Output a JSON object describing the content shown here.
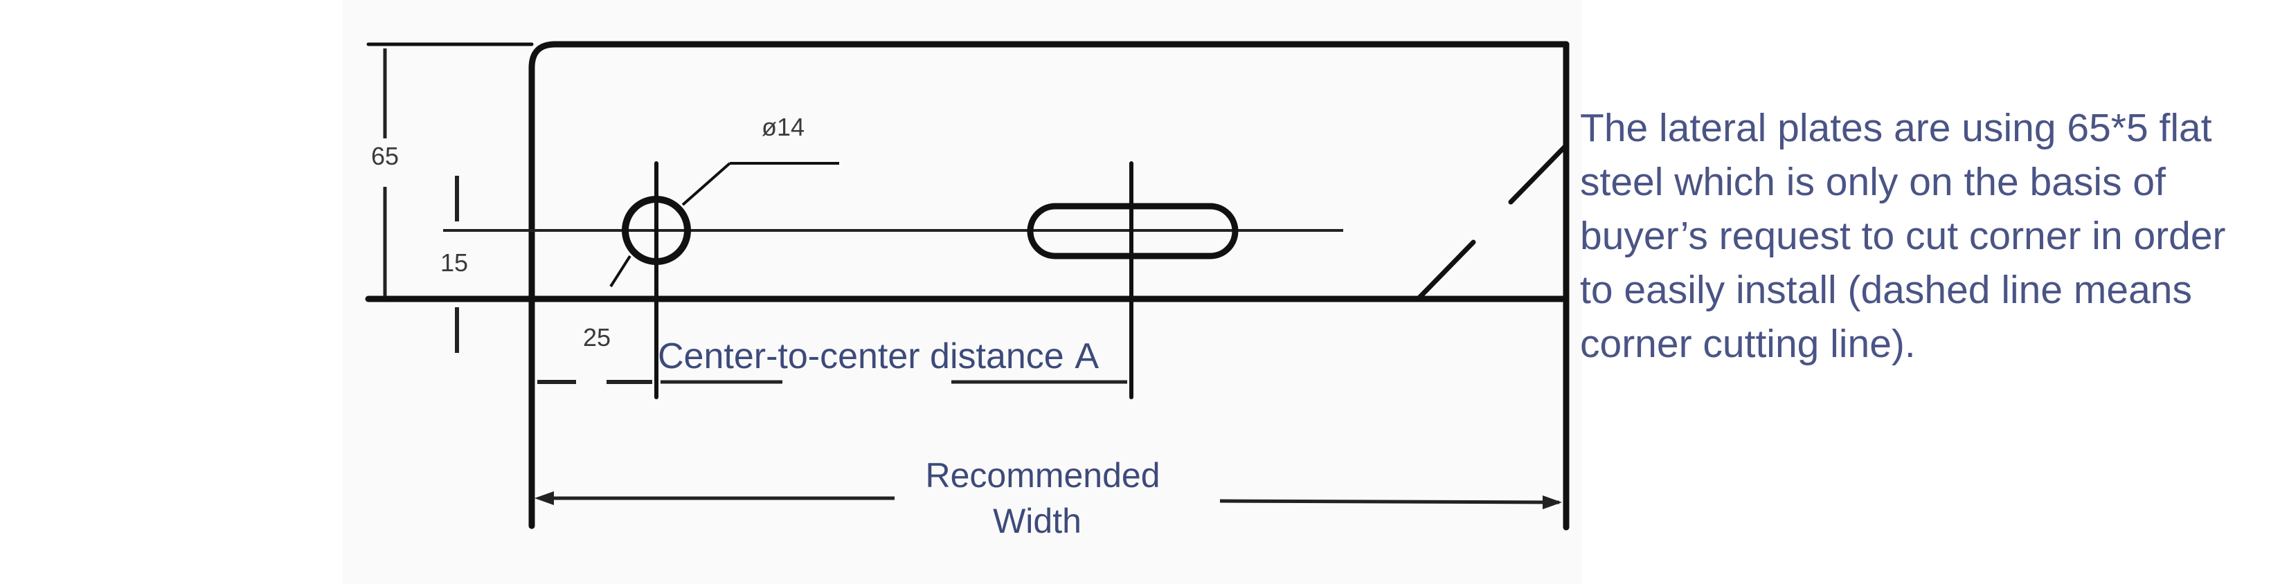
{
  "dimensions": {
    "height": "65",
    "hole_diameter": "ø14",
    "hole_offset_vertical": "15",
    "hole_offset_horizontal": "25"
  },
  "labels": {
    "center_distance": "Center-to-center distance",
    "center_distance_symbol": "A",
    "recommended_width_line1": "Recommended",
    "recommended_width_line2": "Width"
  },
  "note": {
    "text": "The lateral plates are using 65*5 flat steel which is only on the basis of buyer’s request to cut corner in order to easily install (dashed line means corner cutting line)."
  },
  "colors": {
    "line": "#111111",
    "annotation_text": "#3d4a7a",
    "dimension_text": "#3a3a3a"
  }
}
